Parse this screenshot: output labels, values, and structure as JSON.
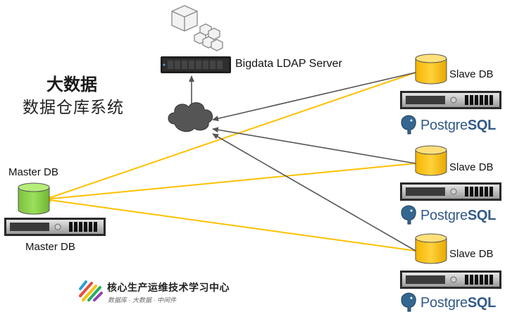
{
  "title": {
    "main": "大数据",
    "sub": "数据仓库系统"
  },
  "ldap_server": {
    "label": "Bigdata LDAP Server"
  },
  "master": {
    "label_top": "Master DB",
    "label_bottom": "Master DB",
    "color": "#8fd14f"
  },
  "slaves": [
    {
      "label": "Slave DB",
      "brand_a": "Postgre",
      "brand_b": "SQL"
    },
    {
      "label": "Slave DB",
      "brand_a": "Postgre",
      "brand_b": "SQL"
    },
    {
      "label": "Slave DB",
      "brand_a": "Postgre",
      "brand_b": "SQL"
    }
  ],
  "slave_db_color": "#ffc000",
  "replication_line_color": "#ffc000",
  "network_line_color": "#555555",
  "footer": {
    "title": "核心生产运维技术学习中心",
    "subtitle": "数据库 · 大数据 · 中间件"
  }
}
